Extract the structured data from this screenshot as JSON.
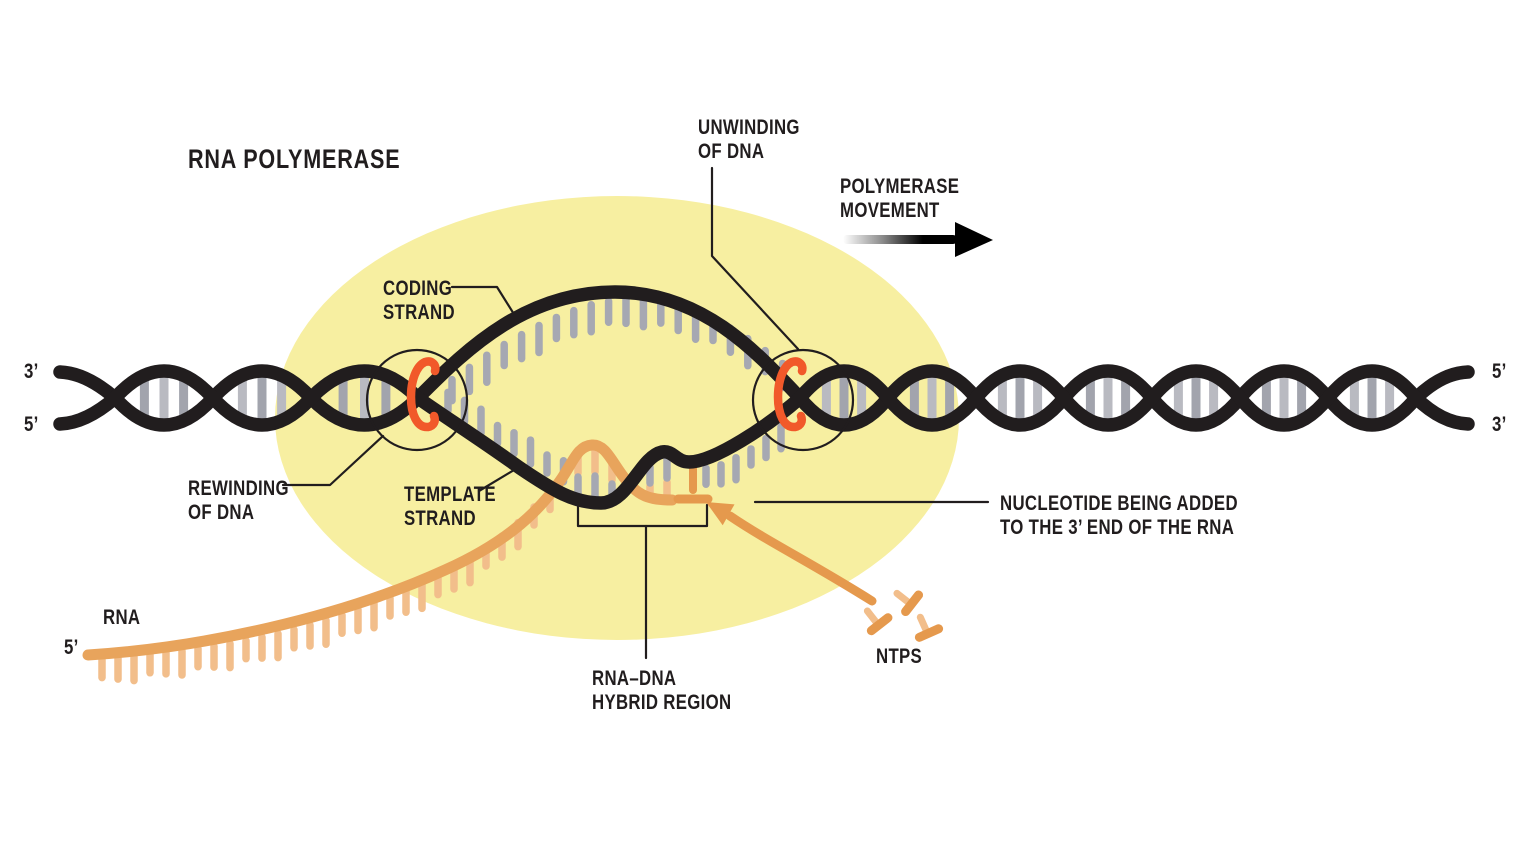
{
  "title": "RNA POLYMERASE",
  "labels": {
    "unwinding": "UNWINDING\nOF DNA",
    "polymerase_movement": "POLYMERASE\nMOVEMENT",
    "coding_strand": "CODING\nSTRAND",
    "rewinding": "REWINDING\nOF DNA",
    "template_strand": "TEMPLATE\nSTRAND",
    "nucleotide_addition": "NUCLEOTIDE BEING ADDED\nTO THE 3’ END OF THE RNA",
    "hybrid_region": "RNA–DNA\nHYBRID REGION",
    "rna": "RNA",
    "ntps": "NTPS"
  },
  "strand_ends": {
    "left_top": "3’",
    "left_bottom": "5’",
    "right_top": "5’",
    "right_bottom": "3’",
    "rna_five_prime": "5’"
  },
  "colors": {
    "background": "#ffffff",
    "polymerase_blob": "#F7EFA1",
    "ink": "#211D1E",
    "rung_light": "#B9BAC1",
    "rung_dark": "#A2A4AD",
    "base_gray": "#A6A8B2",
    "rna_orange": "#E8A45C",
    "rna_tick_orange": "#F2BE8B",
    "ntp_orange": "#E5994D",
    "rotation_orange": "#F1592A"
  }
}
